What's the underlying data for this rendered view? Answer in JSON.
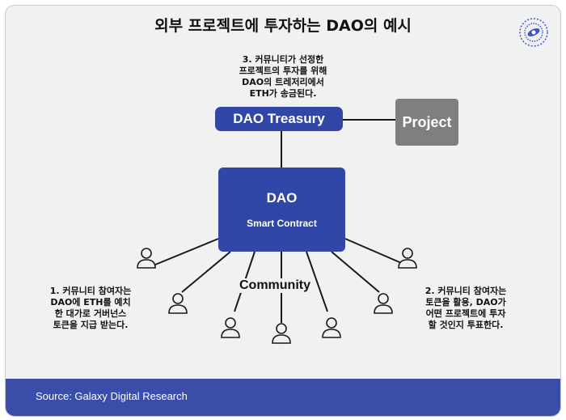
{
  "title": "외부 프로젝트에 투자하는 DAO의 예시",
  "treasury_label": "DAO Treasury",
  "project_label": "Project",
  "dao_label": "DAO",
  "dao_sublabel": "Smart Contract",
  "community_label": "Community",
  "note3": [
    "3. 커뮤니티가 선정한",
    "프로젝트의 투자를 위해",
    "DAO의 트레저리에서",
    "ETH가 송금된다."
  ],
  "note1": [
    "1. 커뮤니티 참여자는",
    "DAO에 ETH를 예치",
    "한 대가로 거버넌스",
    "토큰을 지급 받는다."
  ],
  "note2": [
    "2. 커뮤니티 참여자는",
    "토큰을 활용, DAO가",
    "어떤 프로젝트에 투자",
    "할 것인지 투표한다."
  ],
  "footer_source": "Source: Galaxy Digital Research",
  "colors": {
    "box_blue": "#3047a8",
    "project_gray": "#7f7f7f",
    "footer_blue": "#3a4ea8"
  },
  "icons": [
    "person-icon",
    "logo-icon"
  ]
}
